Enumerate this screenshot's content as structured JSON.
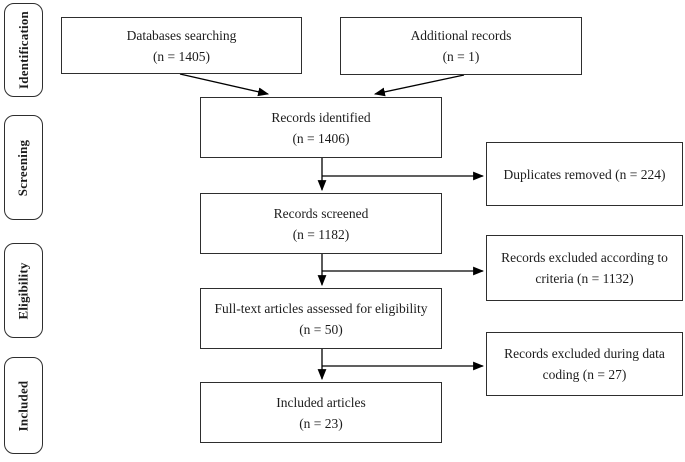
{
  "sidebar": {
    "stages": [
      {
        "label": "Identification"
      },
      {
        "label": "Screening"
      },
      {
        "label": "Eligibility"
      },
      {
        "label": "Included"
      }
    ]
  },
  "flow": {
    "databases_searching": {
      "text": "Databases searching",
      "count": "(n = 1405)"
    },
    "additional_records": {
      "text": "Additional records",
      "count": "(n = 1)"
    },
    "records_identified": {
      "text": "Records identified",
      "count": "(n = 1406)"
    },
    "records_screened": {
      "text": "Records screened",
      "count": "(n = 1182)"
    },
    "fulltext_assessed": {
      "text": "Full-text articles assessed for eligibility",
      "count": "(n = 50)"
    },
    "included_articles": {
      "text": "Included articles",
      "count": "(n = 23)"
    },
    "duplicates_removed": {
      "text": "Duplicates removed (n = 224)"
    },
    "records_excluded_criteria": {
      "text": "Records excluded according to criteria (n = 1132)"
    },
    "records_excluded_coding": {
      "text": "Records excluded during data coding (n = 27)"
    }
  },
  "colors": {
    "background": "#ffffff",
    "box_border": "#2e2e2e",
    "text": "#1c1c1c",
    "arrow": "#000000"
  }
}
